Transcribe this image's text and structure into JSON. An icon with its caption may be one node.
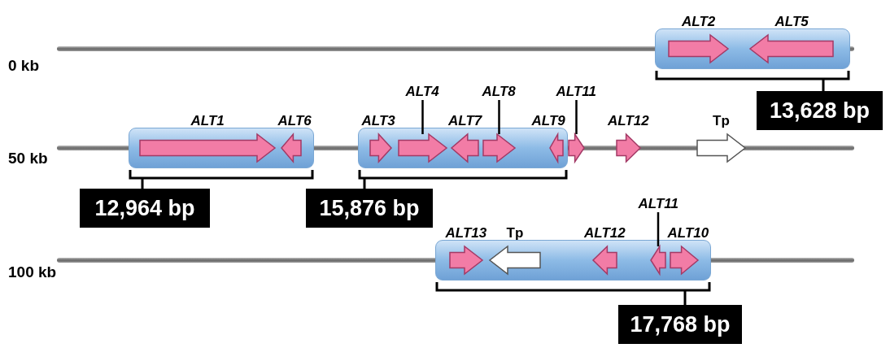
{
  "diagram": {
    "nodes": [
      {
        "text": [],
        "shape": "box",
        "beside": [
          "13,628 bp"
        ]
      },
      {
        "text": [
          "ALT2"
        ],
        "in": 0
      },
      {
        "text": [
          "ALT5"
        ],
        "in": 0
      },
      {
        "text": [],
        "shape": "box",
        "beside": [
          "12,964 bp"
        ]
      },
      {
        "text": [
          "ALT1"
        ],
        "in": 3
      },
      {
        "text": [
          "ALT6"
        ],
        "in": 3
      },
      {
        "text": [],
        "shape": "box",
        "beside": [
          "15,876 bp"
        ]
      },
      {
        "text": [
          "ALT3"
        ],
        "in": 6
      },
      {
        "text": [
          "ALT4"
        ]
      },
      {
        "text": [],
        "shape": "arrow",
        "in": 6
      },
      {
        "text": [
          "ALT7"
        ],
        "in": 6
      },
      {
        "text": [
          "ALT8"
        ]
      },
      {
        "text": [],
        "shape": "arrow",
        "in": 6
      },
      {
        "text": [
          "ALT9"
        ],
        "in": 6
      },
      {
        "text": [
          "ALT11"
        ]
      },
      {
        "text": [],
        "shape": "arrow"
      },
      {
        "text": [
          "ALT12"
        ]
      },
      {
        "text": [
          "Tp"
        ]
      },
      {
        "text": [],
        "shape": "box",
        "beside": [
          "17,768 bp"
        ]
      },
      {
        "text": [
          "ALT13"
        ],
        "in": 18
      },
      {
        "text": [
          "Tp"
        ],
        "in": 18
      },
      {
        "text": [
          "ALT12"
        ],
        "in": 18
      },
      {
        "text": [
          "ALT11"
        ]
      },
      {
        "text": [],
        "shape": "arrow",
        "in": 18
      },
      {
        "text": [
          "ALT10"
        ],
        "in": 18
      }
    ],
    "edges": [
      {
        "from": 8,
        "to": 9,
        "arrow": "none"
      },
      {
        "from": 11,
        "to": 12,
        "arrow": "none"
      },
      {
        "from": 14,
        "to": 15,
        "arrow": "none"
      },
      {
        "from": 22,
        "to": 23,
        "arrow": "none"
      }
    ],
    "labels": [
      "0 kb",
      "50 kb",
      "100 kb"
    ]
  }
}
